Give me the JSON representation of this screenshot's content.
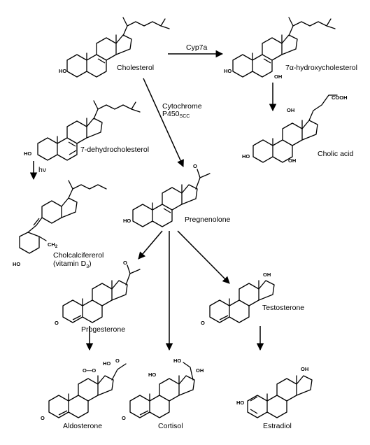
{
  "compounds": {
    "cholesterol": "Cholesterol",
    "hydroxycholesterol": "7α-hydroxycholesterol",
    "cholic_acid": "Cholic acid",
    "dehydrocholesterol": "7-dehydrocholesterol",
    "cholecalciferol_line1": "Cholcalcifererol",
    "cholecalciferol_line2": "(vitamin D",
    "cholecalciferol_sub": "3",
    "cholecalciferol_close": ")",
    "pregnenolone": "Pregnenolone",
    "progesterone": "Progesterone",
    "testosterone": "Testosterone",
    "aldosterone": "Aldosterone",
    "cortisol": "Cortisol",
    "estradiol": "Estradiol"
  },
  "enzymes": {
    "cyp7a": "Cyp7a",
    "p450_line1": "Cytochrome",
    "p450_line2": "P450",
    "p450_sub": "SCC",
    "light": "hν"
  },
  "atoms": {
    "ho": "HO",
    "oh": "OH",
    "o": "O",
    "cooh": "COOH",
    "ch2": "CH",
    "ch2_sub": "2",
    "o_o": "O—O"
  }
}
